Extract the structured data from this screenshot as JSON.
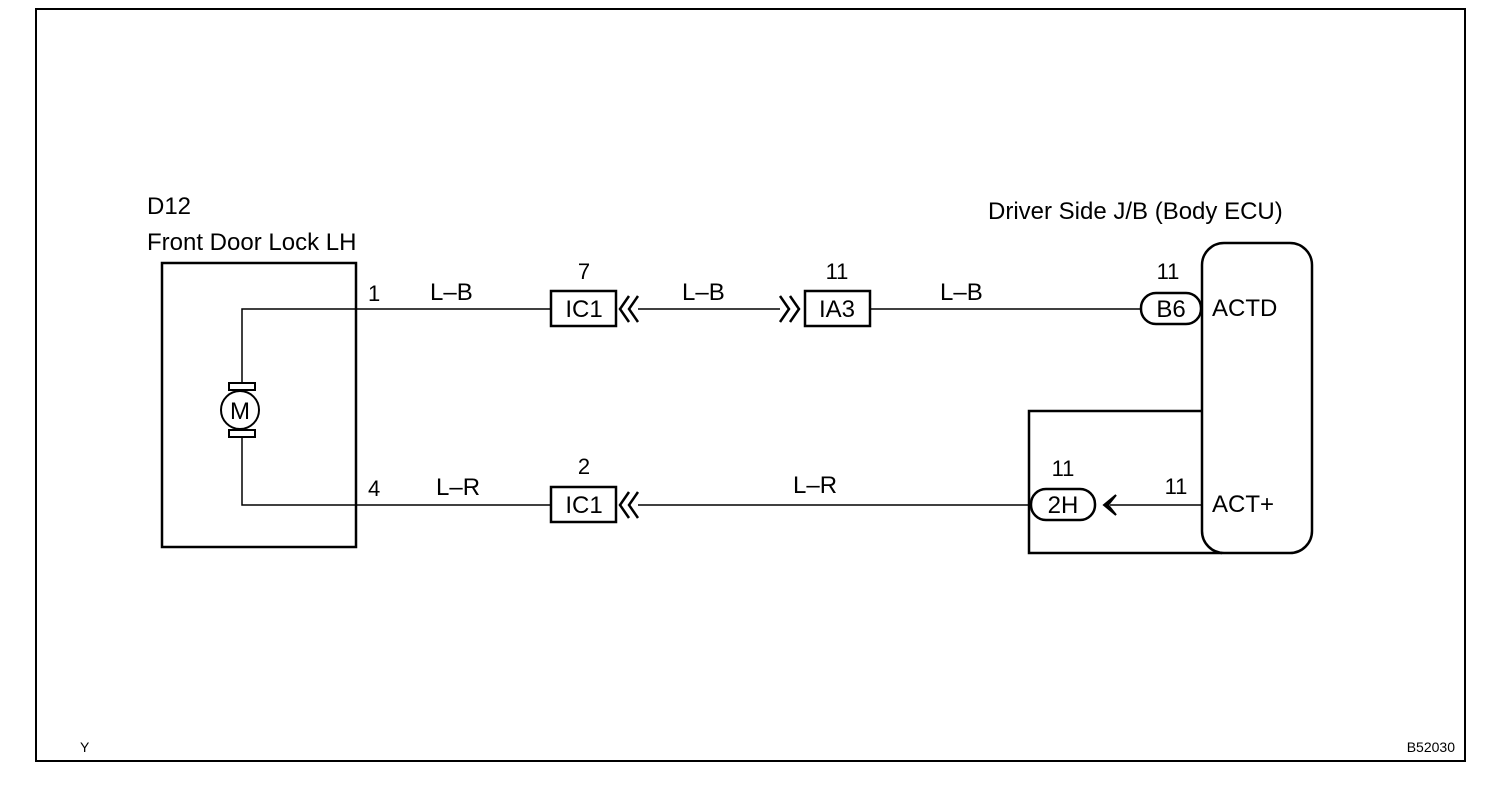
{
  "components": {
    "door_lock": {
      "code": "D12",
      "name": "Front Door Lock LH",
      "motor_label": "M"
    },
    "body_ecu": {
      "name": "Driver Side J/B (Body ECU)",
      "terminal_top": "ACTD",
      "terminal_bottom": "ACT+"
    }
  },
  "wires": {
    "top": {
      "pin_door": "1",
      "color_1": "L–B",
      "conn_1_pin": "7",
      "conn_1": "IC1",
      "color_2": "L–B",
      "conn_2_pin": "11",
      "conn_2": "IA3",
      "color_3": "L–B",
      "conn_3_pin": "11",
      "conn_3": "B6"
    },
    "bottom": {
      "pin_door": "4",
      "color_1": "L–R",
      "conn_1_pin": "2",
      "conn_1": "IC1",
      "color_2": "L–R",
      "conn_2_pin": "11",
      "conn_2": "2H",
      "pin_ecu": "11"
    }
  },
  "footer": {
    "left_code": "Y",
    "right_code": "B52030"
  }
}
